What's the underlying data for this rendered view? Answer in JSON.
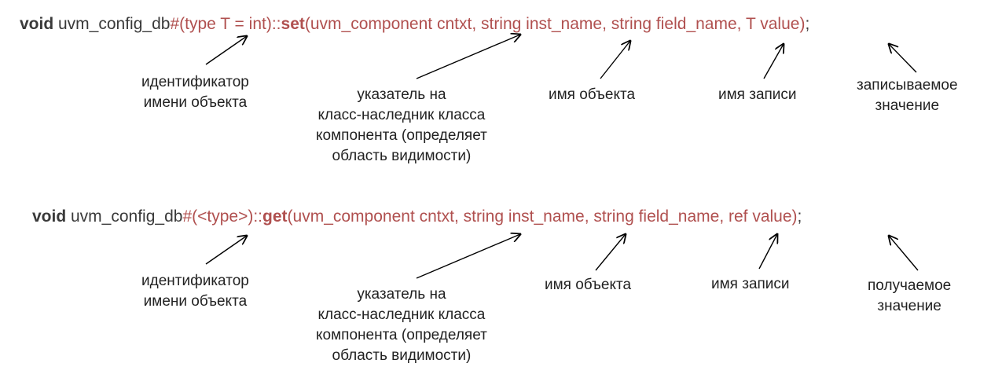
{
  "set_line": {
    "void": "void",
    "func": " uvm_config_db",
    "hash_open": "#(",
    "type_param": "type T = int",
    "close_scope": ")::",
    "method": "set",
    "paren_open": "(",
    "arg_cntxt": "uvm_component cntxt",
    "comma1": ", ",
    "arg_inst": "string inst_name",
    "comma2": ", ",
    "arg_field": "string field_name",
    "comma3": ", ",
    "arg_value": "T value",
    "paren_close": ")",
    "semicolon": ";"
  },
  "set_labels": {
    "obj_id": [
      "идентификатор",
      "имени объекта"
    ],
    "cntxt": [
      "указатель на",
      "класс-наследник класса",
      "компонента (определяет",
      "область видимости)"
    ],
    "inst": [
      "имя объекта"
    ],
    "field": [
      "имя записи"
    ],
    "value": [
      "записываемое",
      "значение"
    ]
  },
  "get_line": {
    "void": "void",
    "func": " uvm_config_db",
    "hash_open": "#(",
    "type_param": "<type>",
    "close_scope": ")::",
    "method": "get",
    "paren_open": "(",
    "arg_cntxt": "uvm_component cntxt",
    "comma1": ", ",
    "arg_inst": "string inst_name",
    "comma2": ", ",
    "arg_field": "string field_name",
    "comma3": ", ",
    "arg_value": "ref value",
    "paren_close": ")",
    "semicolon": ";"
  },
  "get_labels": {
    "obj_id": [
      "идентификатор",
      "имени объекта"
    ],
    "cntxt": [
      "указатель на",
      "класс-наследник класса",
      "компонента (определяет",
      "область видимости)"
    ],
    "inst": [
      "имя объекта"
    ],
    "field": [
      "имя записи"
    ],
    "value": [
      "получаемое",
      "значение"
    ]
  },
  "colors": {
    "keyword": "#3a3a3a",
    "highlight": "#b0504f",
    "arrow": "#000000"
  }
}
